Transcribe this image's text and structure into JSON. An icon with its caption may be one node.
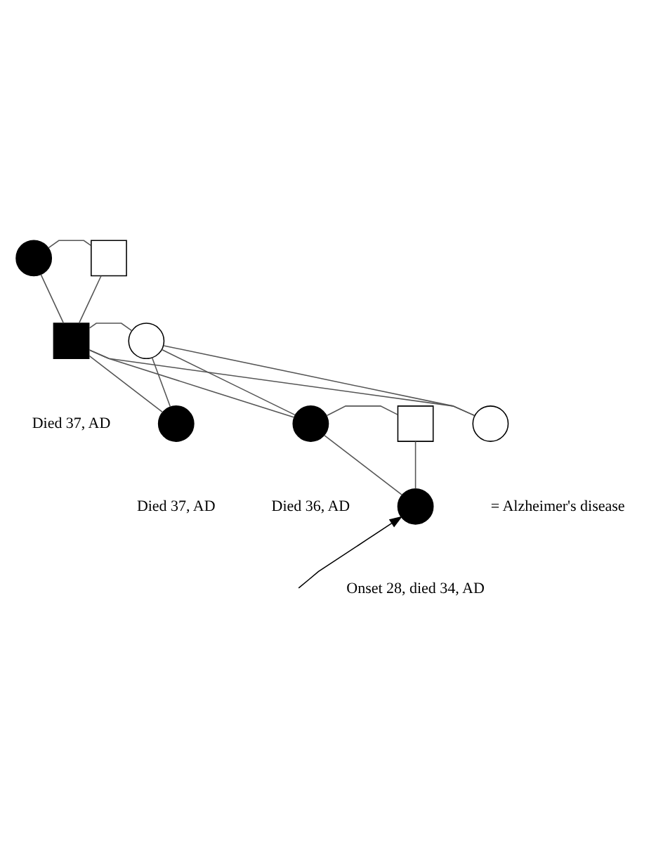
{
  "diagram": {
    "nodes": [
      {
        "text": [],
        "shape": "circle"
      },
      {
        "text": [],
        "shape": "box"
      },
      {
        "text": [],
        "shape": "box",
        "beside": [
          "Died 37, AD"
        ]
      },
      {
        "text": [],
        "shape": "circle"
      },
      {
        "text": [],
        "shape": "circle",
        "beside": [
          "Died 37, AD"
        ]
      },
      {
        "text": [],
        "shape": "circle",
        "beside": [
          "Died 36, AD"
        ]
      },
      {
        "text": [],
        "shape": "box"
      },
      {
        "text": [],
        "shape": "circle"
      },
      {
        "text": [],
        "shape": "circle",
        "beside": [
          "Onset 28, died 34, AD"
        ]
      }
    ],
    "edges": [
      {
        "from": 0,
        "to": 1,
        "arrow": "none"
      },
      {
        "from": 0,
        "to": 2,
        "arrow": "none"
      },
      {
        "from": 1,
        "to": 2,
        "arrow": "none"
      },
      {
        "from": 2,
        "to": 3,
        "arrow": "none"
      },
      {
        "from": 2,
        "to": 4,
        "arrow": "none"
      },
      {
        "from": 3,
        "to": 4,
        "arrow": "none"
      },
      {
        "from": 2,
        "to": 5,
        "arrow": "none"
      },
      {
        "from": 3,
        "to": 5,
        "arrow": "none"
      },
      {
        "from": 2,
        "to": 7,
        "arrow": "none"
      },
      {
        "from": 3,
        "to": 7,
        "arrow": "none"
      },
      {
        "from": 5,
        "to": 6,
        "arrow": "none"
      },
      {
        "from": 5,
        "to": 8,
        "arrow": "none"
      },
      {
        "from": 6,
        "to": 8,
        "arrow": "none"
      },
      {
        "from": null,
        "to": 8,
        "arrow": "to"
      }
    ],
    "labels": [
      "= Alzheimer's disease"
    ]
  }
}
